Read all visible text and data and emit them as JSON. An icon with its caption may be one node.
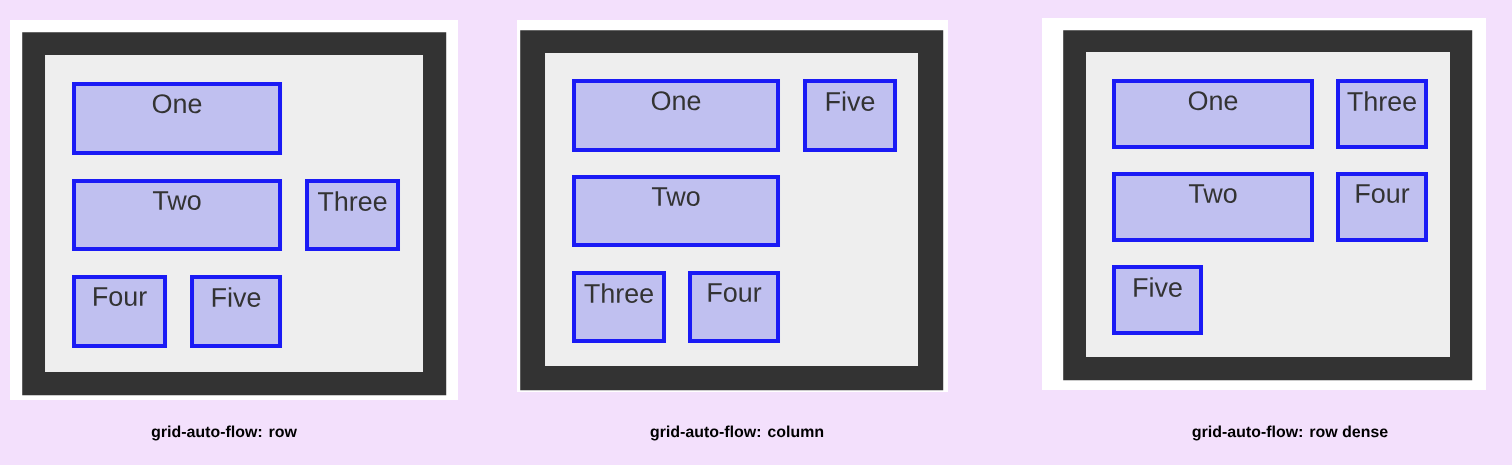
{
  "diagram": {
    "nodes": [
      {
        "text": [],
        "shape": "box",
        "beside": [
          "grid-auto-flow: row"
        ]
      },
      {
        "text": [
          "One"
        ],
        "in": 0
      },
      {
        "text": [
          "Two"
        ],
        "in": 0
      },
      {
        "text": [
          "Three"
        ],
        "in": 0
      },
      {
        "text": [
          "Four"
        ],
        "in": 0
      },
      {
        "text": [
          "Five"
        ],
        "in": 0
      },
      {
        "text": [],
        "shape": "box",
        "beside": [
          "grid-auto-flow: column"
        ]
      },
      {
        "text": [
          "One"
        ],
        "in": 6
      },
      {
        "text": [
          "Five"
        ],
        "in": 6
      },
      {
        "text": [
          "Two"
        ],
        "in": 6
      },
      {
        "text": [
          "Three"
        ],
        "in": 6
      },
      {
        "text": [
          "Four"
        ],
        "in": 6
      },
      {
        "text": [],
        "shape": "box",
        "beside": [
          "grid-auto-flow: row dense"
        ]
      },
      {
        "text": [
          "One"
        ],
        "in": 12
      },
      {
        "text": [
          "Three"
        ],
        "in": 12
      },
      {
        "text": [
          "Two"
        ],
        "in": 12
      },
      {
        "text": [
          "Four"
        ],
        "in": 12
      },
      {
        "text": [
          "Five"
        ],
        "in": 12
      }
    ],
    "edges": []
  }
}
